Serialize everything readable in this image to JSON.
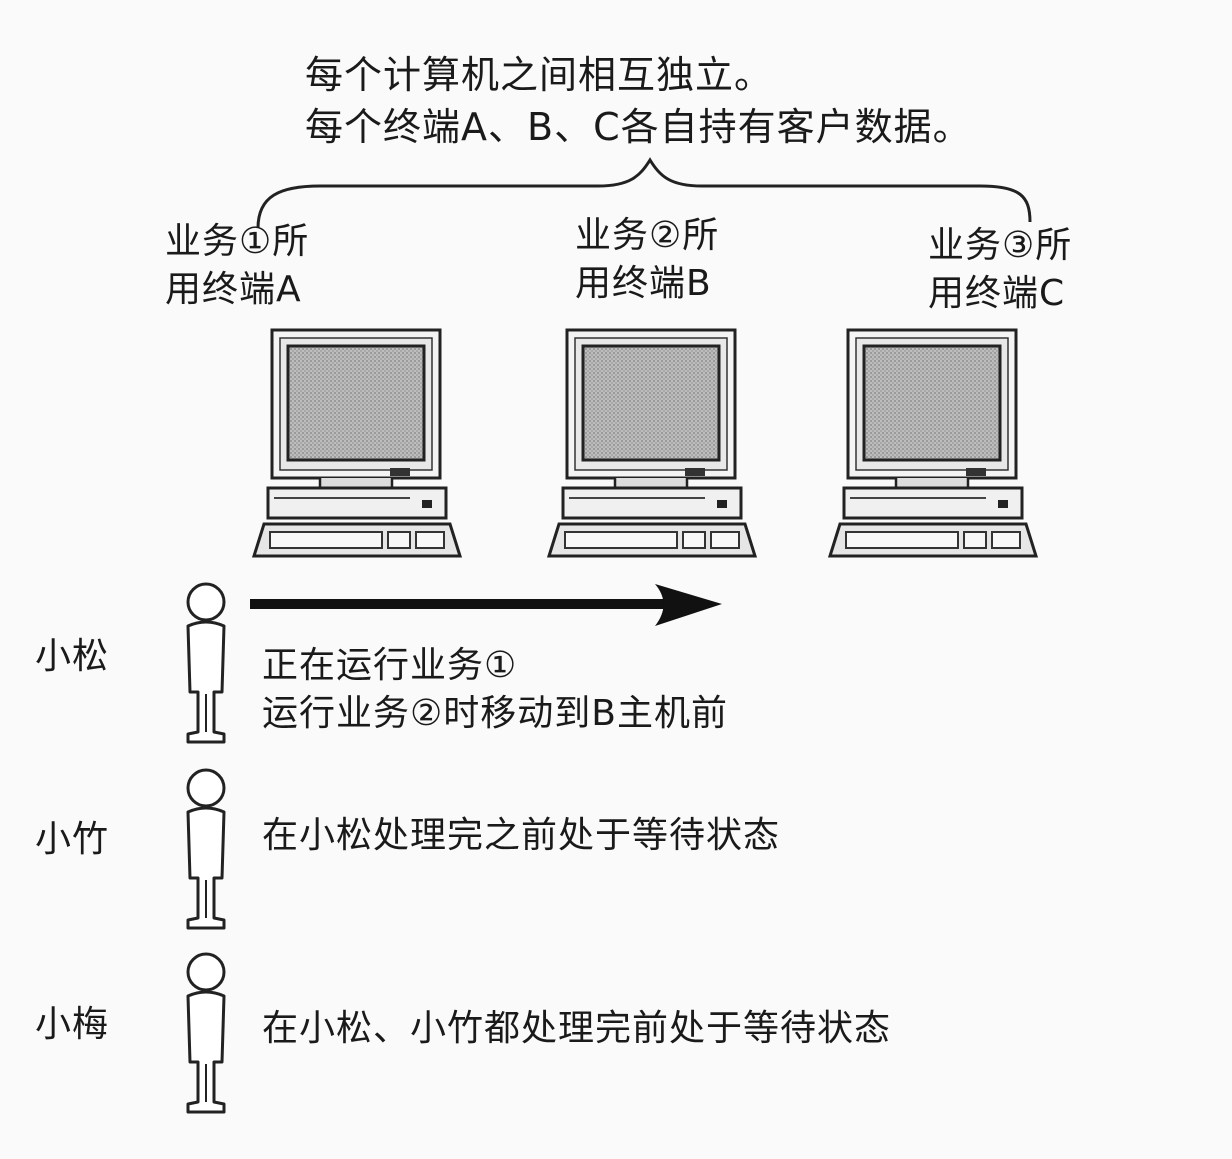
{
  "header": {
    "line1": "每个计算机之间相互独立。",
    "line2": "每个终端A、B、C各自持有客户数据。"
  },
  "terminals": [
    {
      "line1": "业务①所",
      "line2": "用终端A"
    },
    {
      "line1": "业务②所",
      "line2": "用终端B"
    },
    {
      "line1": "业务③所",
      "line2": "用终端C"
    }
  ],
  "people": [
    {
      "name": "小松",
      "desc_line1": "正在运行业务①",
      "desc_line2": "运行业务②时移动到B主机前"
    },
    {
      "name": "小竹",
      "desc_line1": "在小松处理完之前处于等待状态"
    },
    {
      "name": "小梅",
      "desc_line1": "在小松、小竹都处理完前处于等待状态"
    }
  ]
}
